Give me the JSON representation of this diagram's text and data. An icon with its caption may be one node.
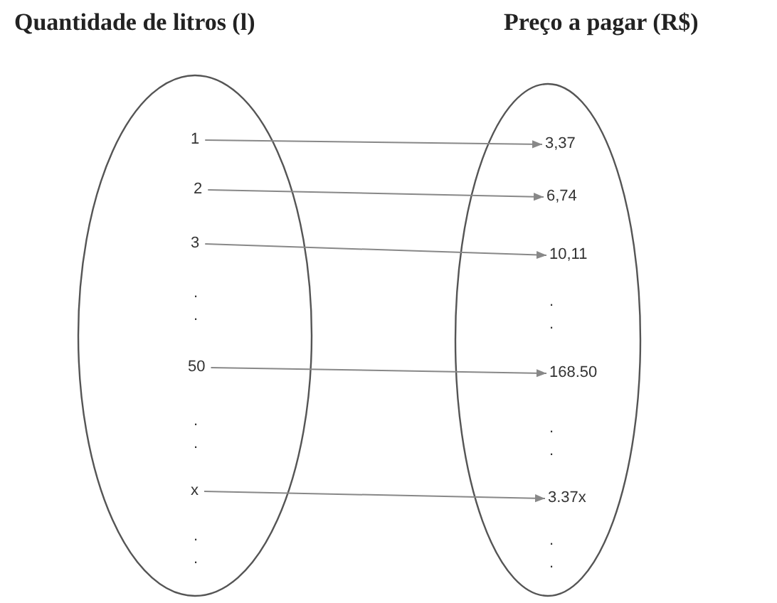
{
  "diagram": {
    "nodes": [
      {
        "text": [
          "Quantidade de litros (l)"
        ]
      },
      {
        "text": [
          "1"
        ],
        "in": 0
      },
      {
        "text": [
          "2"
        ],
        "in": 0
      },
      {
        "text": [
          "3"
        ],
        "in": 0
      },
      {
        "text": [
          "50"
        ],
        "in": 0
      },
      {
        "text": [
          "x"
        ],
        "in": 0
      },
      {
        "text": [
          "Preço a pagar (R$)"
        ]
      },
      {
        "text": [
          "3,37"
        ],
        "in": 6
      },
      {
        "text": [
          "6,74"
        ],
        "in": 6
      },
      {
        "text": [
          "10,11"
        ],
        "in": 6
      },
      {
        "text": [
          "168.50"
        ],
        "in": 6
      },
      {
        "text": [
          "3.37x"
        ],
        "in": 6
      }
    ],
    "edges": [
      {
        "from": 1,
        "to": 7,
        "arrow": "to"
      },
      {
        "from": 2,
        "to": 8,
        "arrow": "to"
      },
      {
        "from": 3,
        "to": 9,
        "arrow": "to"
      },
      {
        "from": 4,
        "to": 10,
        "arrow": "to"
      },
      {
        "from": 5,
        "to": 11,
        "arrow": "to"
      }
    ],
    "labels": [
      ". .",
      ". .",
      ". .",
      ". .",
      ". .",
      ". ."
    ]
  }
}
